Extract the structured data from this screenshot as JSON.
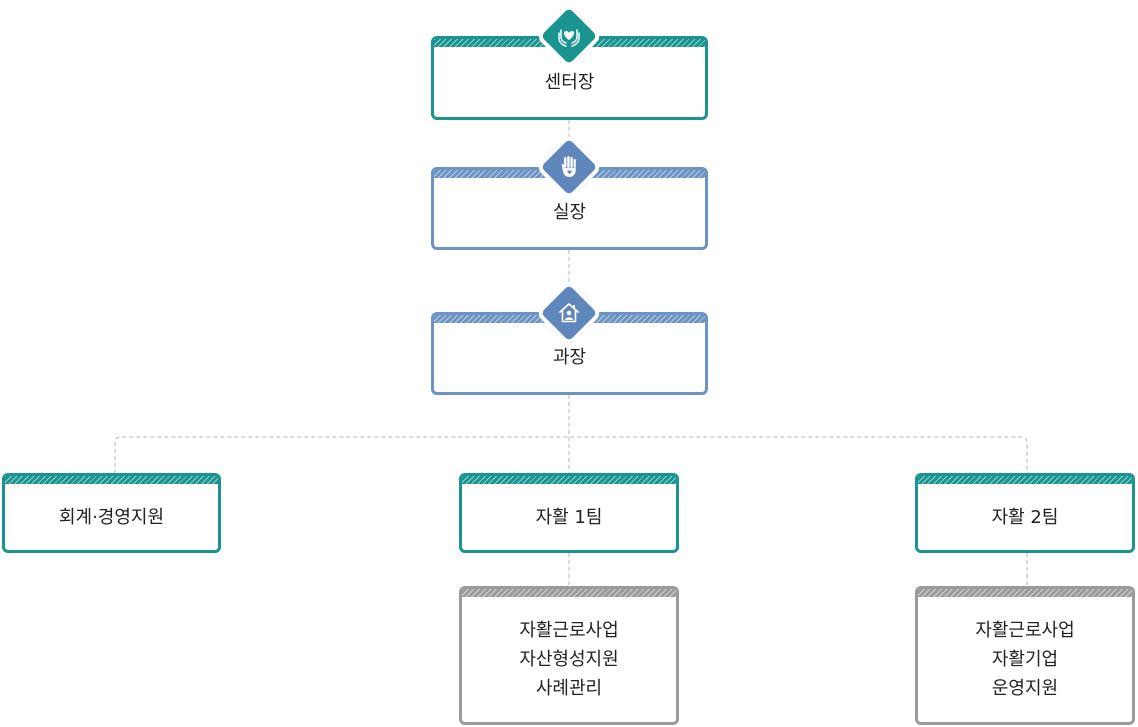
{
  "colors": {
    "teal": "#1a9490",
    "blue": "#6b93c3",
    "gray": "#9b9b9b",
    "connector": "#b5b5b5"
  },
  "nodes": {
    "director": {
      "label": "센터장",
      "icon": "hands-heart-icon"
    },
    "chief": {
      "label": "실장",
      "icon": "hand-heart-icon"
    },
    "manager": {
      "label": "과장",
      "icon": "house-person-icon"
    },
    "accounting": {
      "label": "회계·경영지원"
    },
    "team1": {
      "label": "자활 1팀"
    },
    "team2": {
      "label": "자활 2팀"
    }
  },
  "duties": {
    "team1": [
      "자활근로사업",
      "자산형성지원",
      "사례관리"
    ],
    "team2": [
      "자활근로사업",
      "자활기업",
      "운영지원"
    ]
  }
}
